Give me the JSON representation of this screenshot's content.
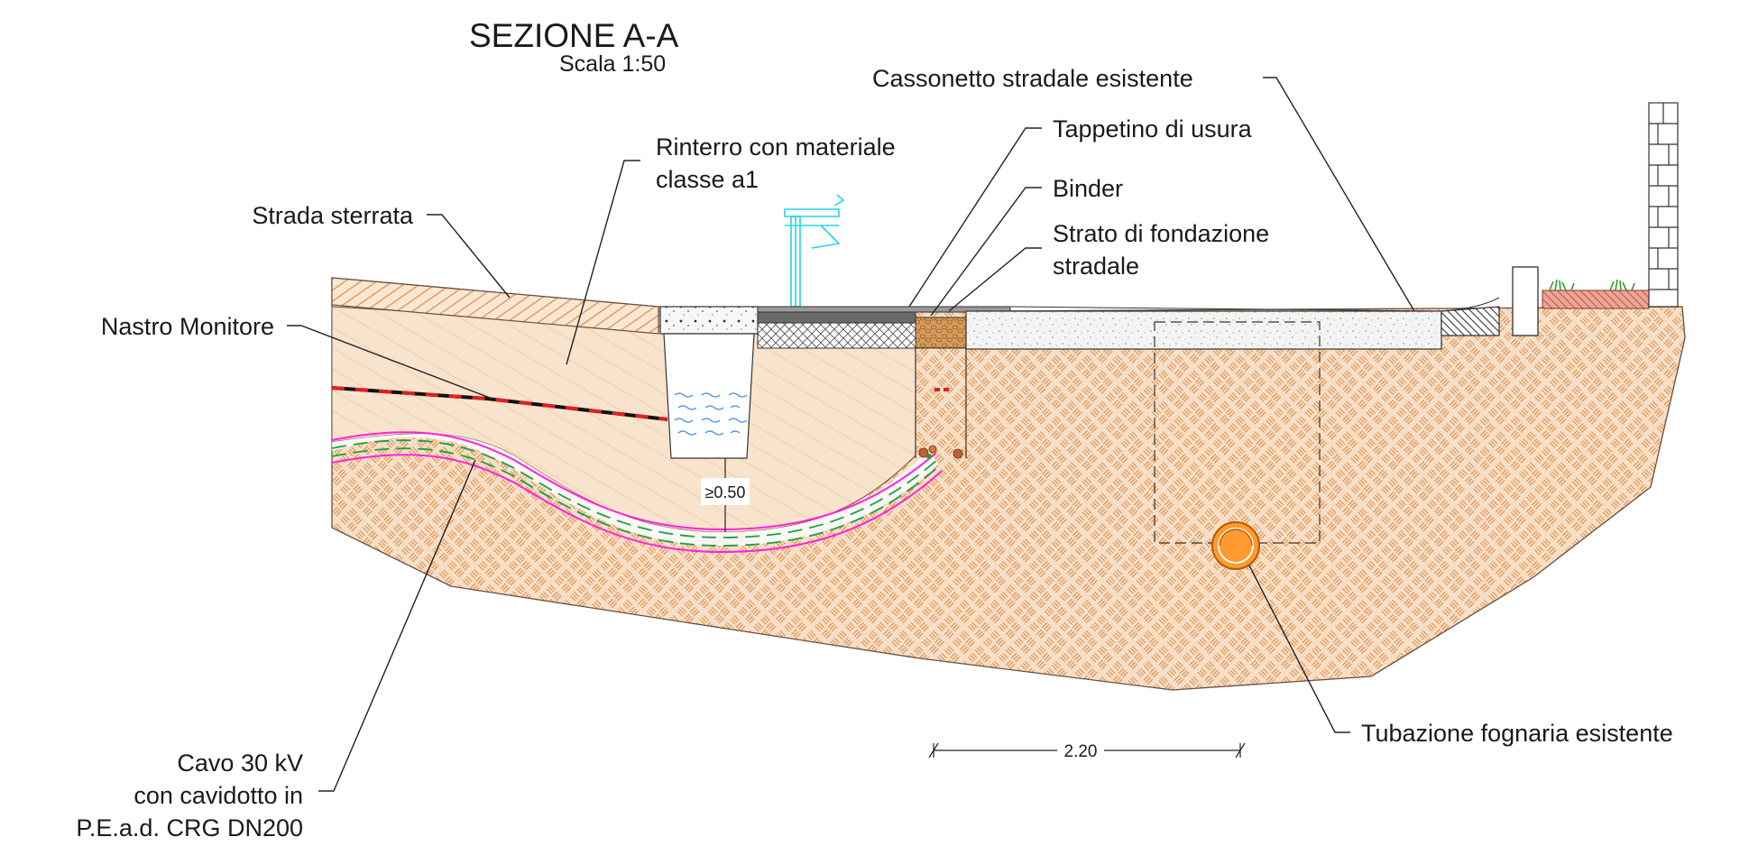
{
  "title": "SEZIONE A-A",
  "scale": "Scala 1:50",
  "labels": {
    "cassonetto": "Cassonetto stradale esistente",
    "tappetino": "Tappetino di usura",
    "binder": "Binder",
    "fondazione_1": "Strato di fondazione",
    "fondazione_2": "stradale",
    "rinterro_1": "Rinterro con materiale",
    "rinterro_2": "classe a1",
    "strada_sterrata": "Strada sterrata",
    "nastro": "Nastro Monitore",
    "cavo_1": "Cavo 30 kV",
    "cavo_2": "con cavidotto in",
    "cavo_3": "P.E.a.d. CRG DN200",
    "tubazione": "Tubazione fognaria esistente"
  },
  "dimensions": {
    "depth": "≥0.50",
    "width": "2.20"
  },
  "colors": {
    "soil": "#f6dfc6",
    "soil_hatch": "#e0813a",
    "cable_sheath": "#ff22dd",
    "cable_core": "#18a04a",
    "tape_red": "#e02020",
    "water": "#4a90e2",
    "pole": "#22d6e8",
    "pipe": "#ff8a10",
    "grass": "#2e9d2e",
    "brick": "#c8503a"
  }
}
